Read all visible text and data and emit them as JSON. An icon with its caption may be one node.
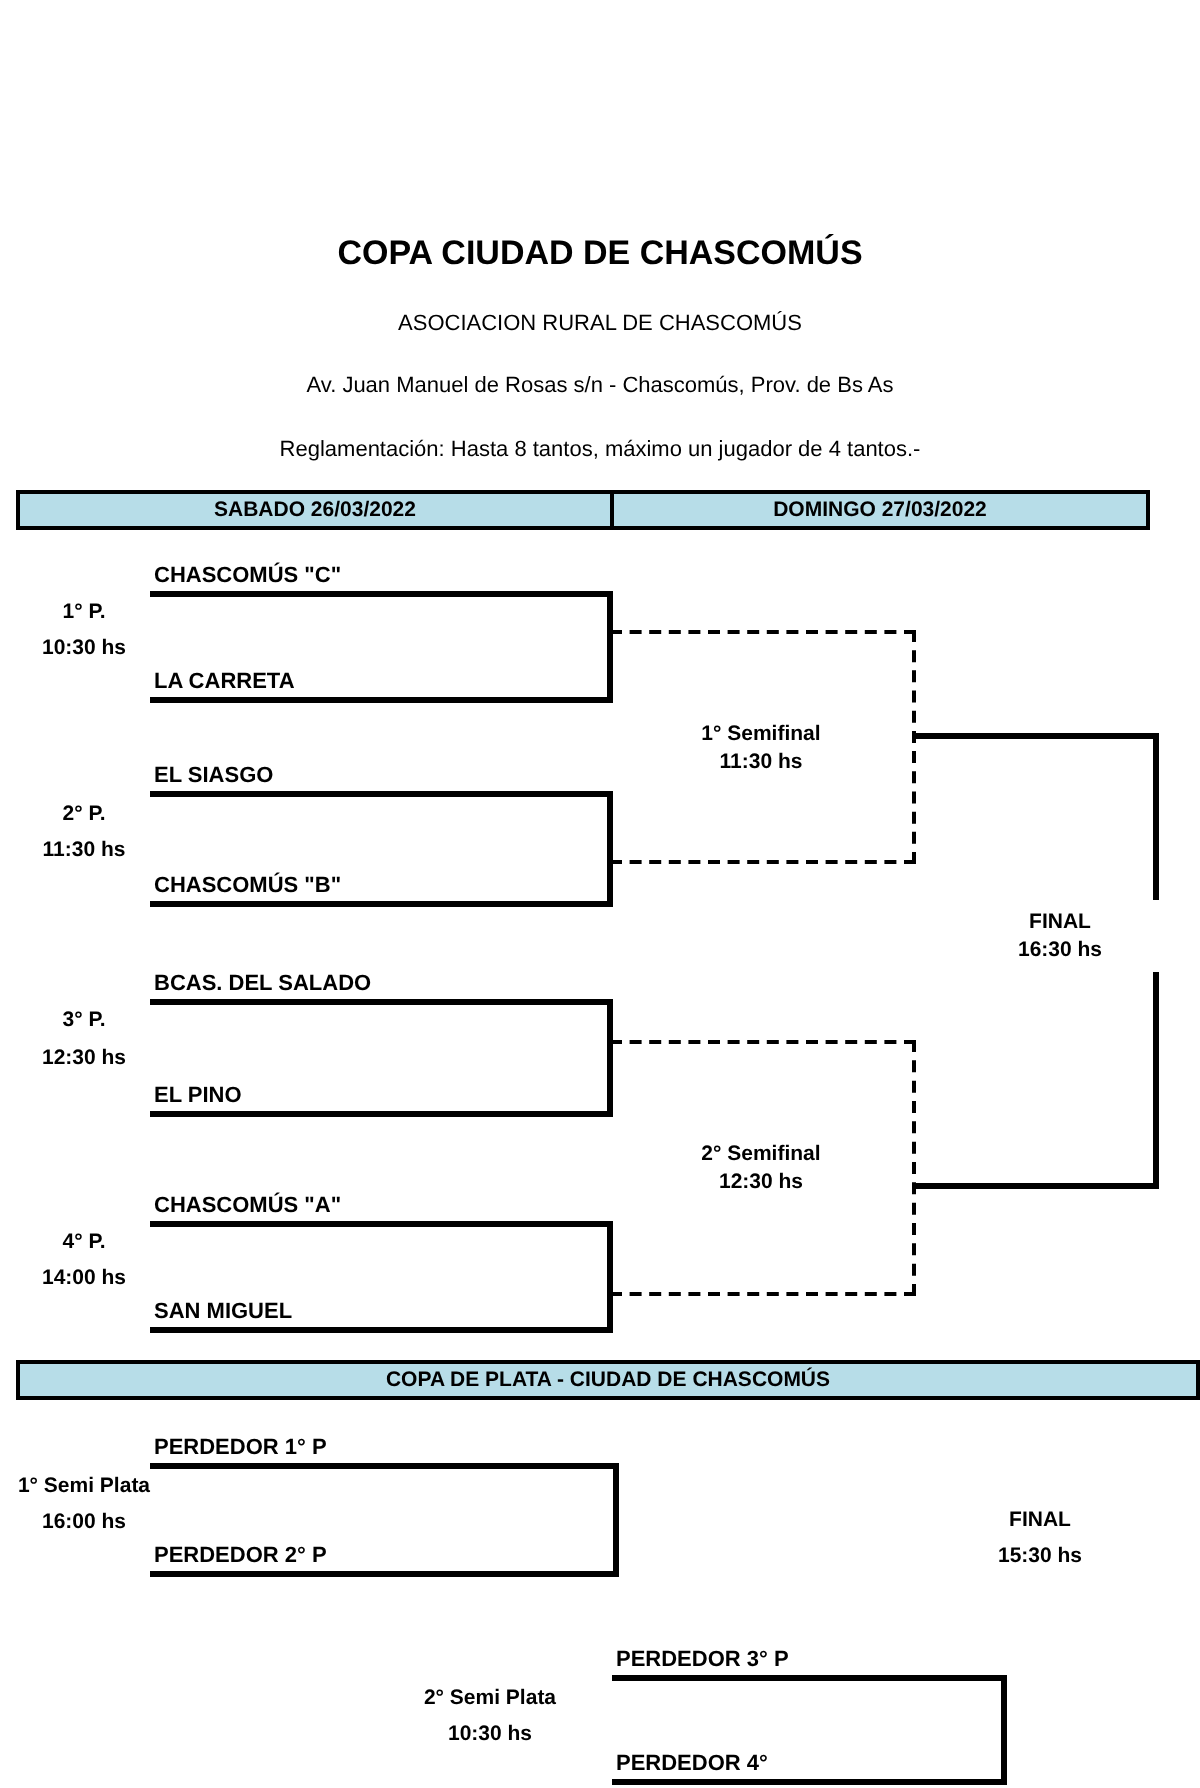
{
  "diagram": {
    "title": "COPA CIUDAD DE CHASCOMÚS",
    "nodes": [
      {
        "text": [
          "CHASCOMÚS \"C\""
        ]
      },
      {
        "text": [
          "LA CARRETA"
        ]
      },
      {
        "text": [
          "EL SIASGO"
        ]
      },
      {
        "text": [
          "CHASCOMÚS \"B\""
        ]
      },
      {
        "text": [
          "BCAS. DEL SALADO"
        ]
      },
      {
        "text": [
          "EL PINO"
        ]
      },
      {
        "text": [
          "CHASCOMÚS \"A\""
        ]
      },
      {
        "text": [
          "SAN MIGUEL"
        ]
      },
      {
        "text": [
          "1° Semifinal",
          "11:30 hs"
        ]
      },
      {
        "text": [
          "2° Semifinal",
          "12:30 hs"
        ]
      },
      {
        "text": [
          "FINAL",
          "16:30 hs"
        ]
      },
      {
        "text": [
          "PERDEDOR 1° P"
        ]
      },
      {
        "text": [
          "PERDEDOR 2° P"
        ]
      },
      {
        "text": [
          "PERDEDOR 3° P"
        ]
      },
      {
        "text": [
          "PERDEDOR 4°"
        ]
      }
    ],
    "edges": [
      {
        "from": 0,
        "to": 8,
        "arrow": "none"
      },
      {
        "from": 1,
        "to": 8,
        "arrow": "none"
      },
      {
        "from": 2,
        "to": 8,
        "arrow": "none"
      },
      {
        "from": 3,
        "to": 8,
        "arrow": "none"
      },
      {
        "from": 4,
        "to": 9,
        "arrow": "none"
      },
      {
        "from": 5,
        "to": 9,
        "arrow": "none"
      },
      {
        "from": 6,
        "to": 9,
        "arrow": "none"
      },
      {
        "from": 7,
        "to": 9,
        "arrow": "none"
      },
      {
        "from": 8,
        "to": 10,
        "arrow": "none"
      },
      {
        "from": 9,
        "to": 10,
        "arrow": "none"
      },
      {
        "from": 11,
        "to": 12,
        "arrow": "none"
      },
      {
        "from": 13,
        "to": 14,
        "arrow": "none"
      }
    ],
    "labels": [
      "ASOCIACION RURAL DE CHASCOMÚS",
      "Av. Juan Manuel de Rosas s/n - Chascomús, Prov. de Bs As",
      "Reglamentación: Hasta 8 tantos, máximo un jugador de 4 tantos.-",
      "SABADO 26/03/2022",
      "DOMINGO 27/03/2022",
      "1° P.",
      "10:30 hs",
      "2° P.",
      "11:30 hs",
      "3° P.",
      "12:30 hs",
      "4° P.",
      "14:00 hs",
      "COPA DE PLATA - CIUDAD DE CHASCOMÚS",
      "1° Semi Plata",
      "16:00 hs",
      "FINAL",
      "15:30 hs",
      "2° Semi Plata",
      "10:30 hs"
    ]
  }
}
